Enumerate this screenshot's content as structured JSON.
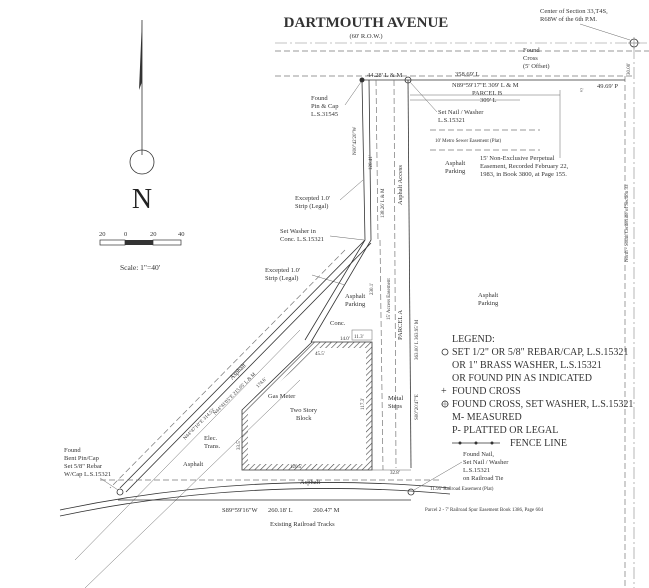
{
  "street": {
    "name": "DARTMOUTH AVENUE",
    "row": "(60' R.O.W.)"
  },
  "section_note": "Center of Section 33,T4S, R68W of the 6th P.M.",
  "scale": {
    "ticks": [
      "20",
      "0",
      "20",
      "40"
    ],
    "label": "Scale: 1\"=40'"
  },
  "north": "N",
  "top_dims": {
    "a": "44.28' L & M",
    "b": "358.69' L",
    "c": "N89°59'17\"E 309' L & M",
    "d": "309' L",
    "e": "49.69' P",
    "f": "30.00'"
  },
  "parcel_b": "PARCEL B",
  "parcel_a": "PARCEL A",
  "notes": {
    "found_pin_cap": "Found Pin & Cap L.S.31545",
    "set_nail_washer": "Set Nail / Washer L.S.15321",
    "found_cross": "Found Cross (5' Offset)",
    "easement": "15' Non-Exclusive Perpetual Easement, Recorded February 22, 1983, in Book 3800, at Page 155.",
    "excepted_strip_1": "Excepted 1.0' Strip (Legal)",
    "excepted_strip_2": "Excepted 1.0' Strip (Legal)",
    "set_washer_conc": "Set Washer in Conc. L.S.15321",
    "found_bent_pin": "Found Bent Pin/Cap Set 5/8\" Rebar W/Cap L.S.15321",
    "found_nail_set": "Found Nail, Set Nail / Washer L.S.15321 on Railroad Tie",
    "section_line": "North - South Centerline of Section 33",
    "sewer_easement": "10' Metro Sewer Easement (Plat)",
    "access_easement": "15' Access Easement",
    "railroad_easement": "11.95' Railroad Easement (Plat)",
    "railroad_spur": "Parcel 2 - 7' Railroad Spur Easement Book 1386, Page 604"
  },
  "labels": {
    "asphalt_parking_1": "Asphalt Parking",
    "asphalt_parking_2": "Asphalt Parking",
    "asphalt_parking_3": "Asphalt Parking",
    "asphalt_access": "Asphalt Access",
    "asphalt_1": "Asphalt",
    "asphalt_2": "Asphalt",
    "asphalt_3": "Asphalt",
    "conc": "Conc.",
    "gas_meter": "Gas Meter",
    "building": "Two Story Block",
    "elec_trans": "Elec. Trans.",
    "metal_steps": "Metal Steps",
    "railroad_tracks": "Existing Railroad Tracks"
  },
  "dims": {
    "west_line_upper": "N00°42'20\"W",
    "west_line_upper_len": "138.26' L & M",
    "west_line_len2": "126.41'",
    "diag_1": "N44°41'05\"E 215.05' L & M",
    "diag_2": "N44°47'10\"E 314.53'",
    "diag_3": "174.6'",
    "east_line": "S00°20'47\"E",
    "east_line_len": "363.00' L 363.95' M",
    "bottom_1": "S89°59'16\"W",
    "bottom_2": "260.18' L",
    "bottom_3": "260.47' M",
    "bldg_top": "45.5'",
    "bldg_top2": "14.0'",
    "bldg_bottom": "120.5'",
    "east_off": "32.8'",
    "west_off": "33.5'",
    "bldg_side": "97.5'",
    "conc_dim": "11.3'",
    "east_side": "117.3'",
    "pk_dim": "230.1'"
  },
  "legend": {
    "title": "LEGEND:",
    "line1": "SET 1/2\" OR 5/8\" REBAR/CAP, L.S.15321",
    "line2": "OR 1\" BRASS WASHER, L.S.15321",
    "line3": "OR FOUND PIN AS INDICATED",
    "line4": "FOUND CROSS",
    "line5": "FOUND CROSS, SET WASHER, L.S.15321",
    "line6": "M- MEASURED",
    "line7": "P- PLATTED OR LEGAL",
    "line8": "FENCE LINE"
  }
}
